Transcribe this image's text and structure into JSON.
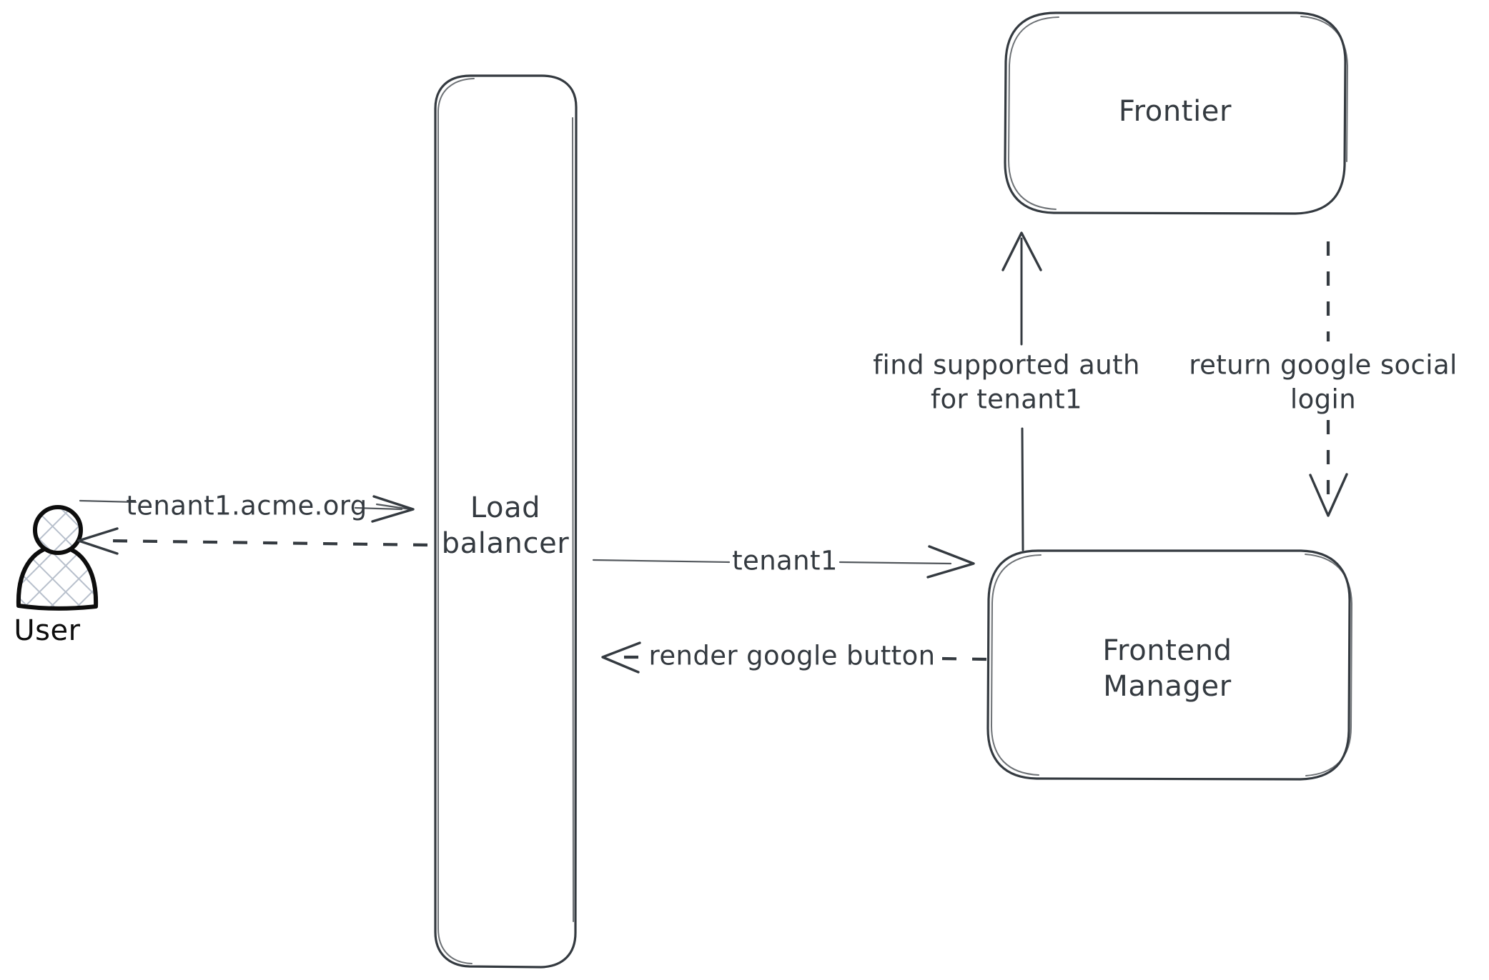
{
  "diagram": {
    "type": "architecture-flow",
    "background_color": "#ffffff",
    "stroke_color": "#343a40",
    "actor_stroke_color": "#0d0d0d",
    "hatch_color": "#b8c0cc",
    "style": "hand-drawn"
  },
  "actors": [
    {
      "id": "user",
      "label": "User",
      "shape": "person",
      "fill": "crosshatch"
    }
  ],
  "nodes": [
    {
      "id": "load-balancer",
      "label_line1": "Load",
      "label_line2": "balancer",
      "shape": "rounded-rectangle-tall"
    },
    {
      "id": "frontier",
      "label_line1": "Frontier",
      "label_line2": "",
      "shape": "rounded-rectangle"
    },
    {
      "id": "frontend-manager",
      "label_line1": "Frontend",
      "label_line2": "Manager",
      "shape": "rounded-rectangle"
    }
  ],
  "edges": [
    {
      "id": "user-to-lb",
      "label": "tenant1.acme.org",
      "from": "user",
      "to": "load-balancer",
      "style": "solid",
      "direction": "right"
    },
    {
      "id": "lb-to-user",
      "label": "",
      "from": "load-balancer",
      "to": "user",
      "style": "dashed",
      "direction": "left"
    },
    {
      "id": "lb-to-fm",
      "label": "tenant1",
      "from": "load-balancer",
      "to": "frontend-manager",
      "style": "solid",
      "direction": "right"
    },
    {
      "id": "fm-to-lb",
      "label": "render google button",
      "from": "frontend-manager",
      "to": "load-balancer",
      "style": "dashed",
      "direction": "left"
    },
    {
      "id": "fm-to-frontier",
      "label_line1": "find supported auth",
      "label_line2": "for tenant1",
      "from": "frontend-manager",
      "to": "frontier",
      "style": "solid",
      "direction": "up"
    },
    {
      "id": "frontier-to-fm",
      "label_line1": "return google social",
      "label_line2": "login",
      "from": "frontier",
      "to": "frontend-manager",
      "style": "dashed",
      "direction": "down"
    }
  ]
}
